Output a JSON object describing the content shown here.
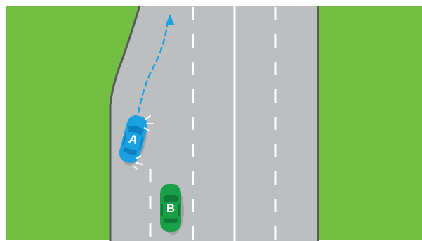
{
  "colors": {
    "grass": "#72bf44",
    "road": "#bcbec0",
    "road_edge": "#58595b",
    "lane_marking": "#ffffff",
    "car_a": "#1ba1e2",
    "car_a_dark": "#0b7fc0",
    "car_b": "#1a9f49",
    "car_b_dark": "#0f7a35",
    "path_arrow": "#1ba1e2",
    "indicator_flash": "#ffffff"
  },
  "cars": {
    "a": {
      "label": "A",
      "signal": "indicating-right",
      "path": "merging-right"
    },
    "b": {
      "label": "B"
    }
  },
  "icons": {
    "path_arrow": "dotted-arrow-up-icon",
    "indicator": "indicator-flash-icon"
  }
}
